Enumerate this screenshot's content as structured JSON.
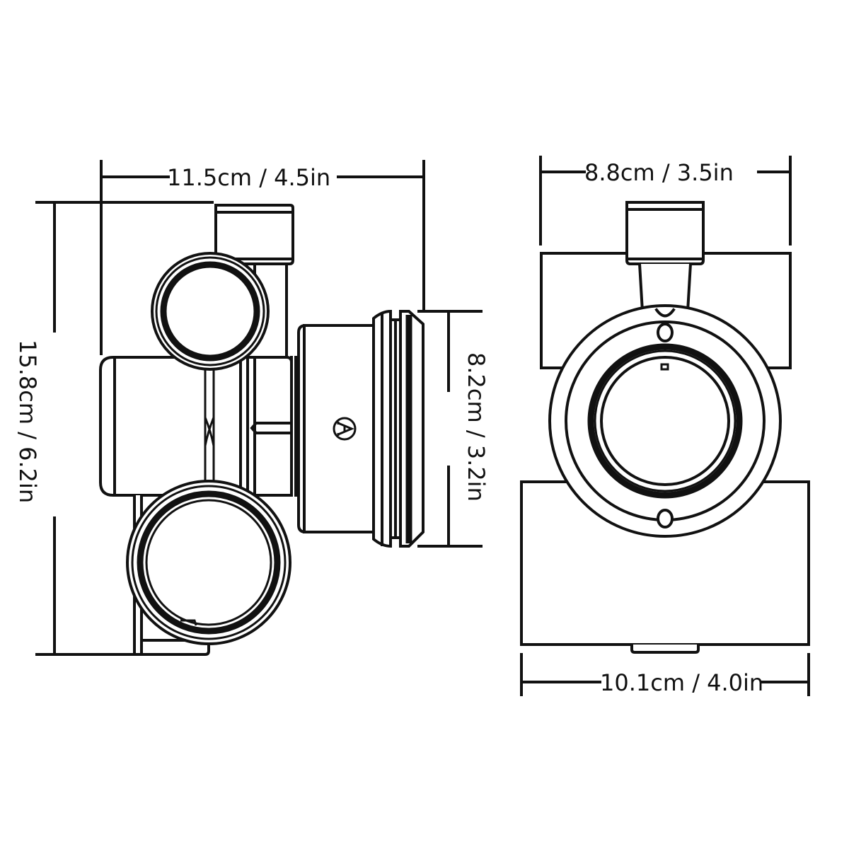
{
  "drawing": {
    "type": "technical dimension drawing",
    "colors": {
      "line": "#111111",
      "background": "#ffffff"
    },
    "views": [
      {
        "id": "side-view",
        "description": "Side view of 3-way valve body with two round ports, top stem and threaded union outlet",
        "marking_symbol": "A"
      },
      {
        "id": "front-view",
        "description": "Front view showing circular union ring, two lug slots and top stem"
      }
    ],
    "dimensions": {
      "side_width": {
        "label": "11.5cm / 4.5in",
        "cm": 11.5,
        "in": 4.5,
        "orientation": "horizontal"
      },
      "side_height": {
        "label": "15.8cm / 6.2in",
        "cm": 15.8,
        "in": 6.2,
        "orientation": "vertical"
      },
      "outlet_diameter": {
        "label": "8.2cm / 3.2in",
        "cm": 8.2,
        "in": 3.2,
        "orientation": "vertical"
      },
      "front_top_width": {
        "label": "8.8cm / 3.5in",
        "cm": 8.8,
        "in": 3.5,
        "orientation": "horizontal"
      },
      "front_bottom_width": {
        "label": "10.1cm / 4.0in",
        "cm": 10.1,
        "in": 4.0,
        "orientation": "horizontal"
      }
    }
  }
}
